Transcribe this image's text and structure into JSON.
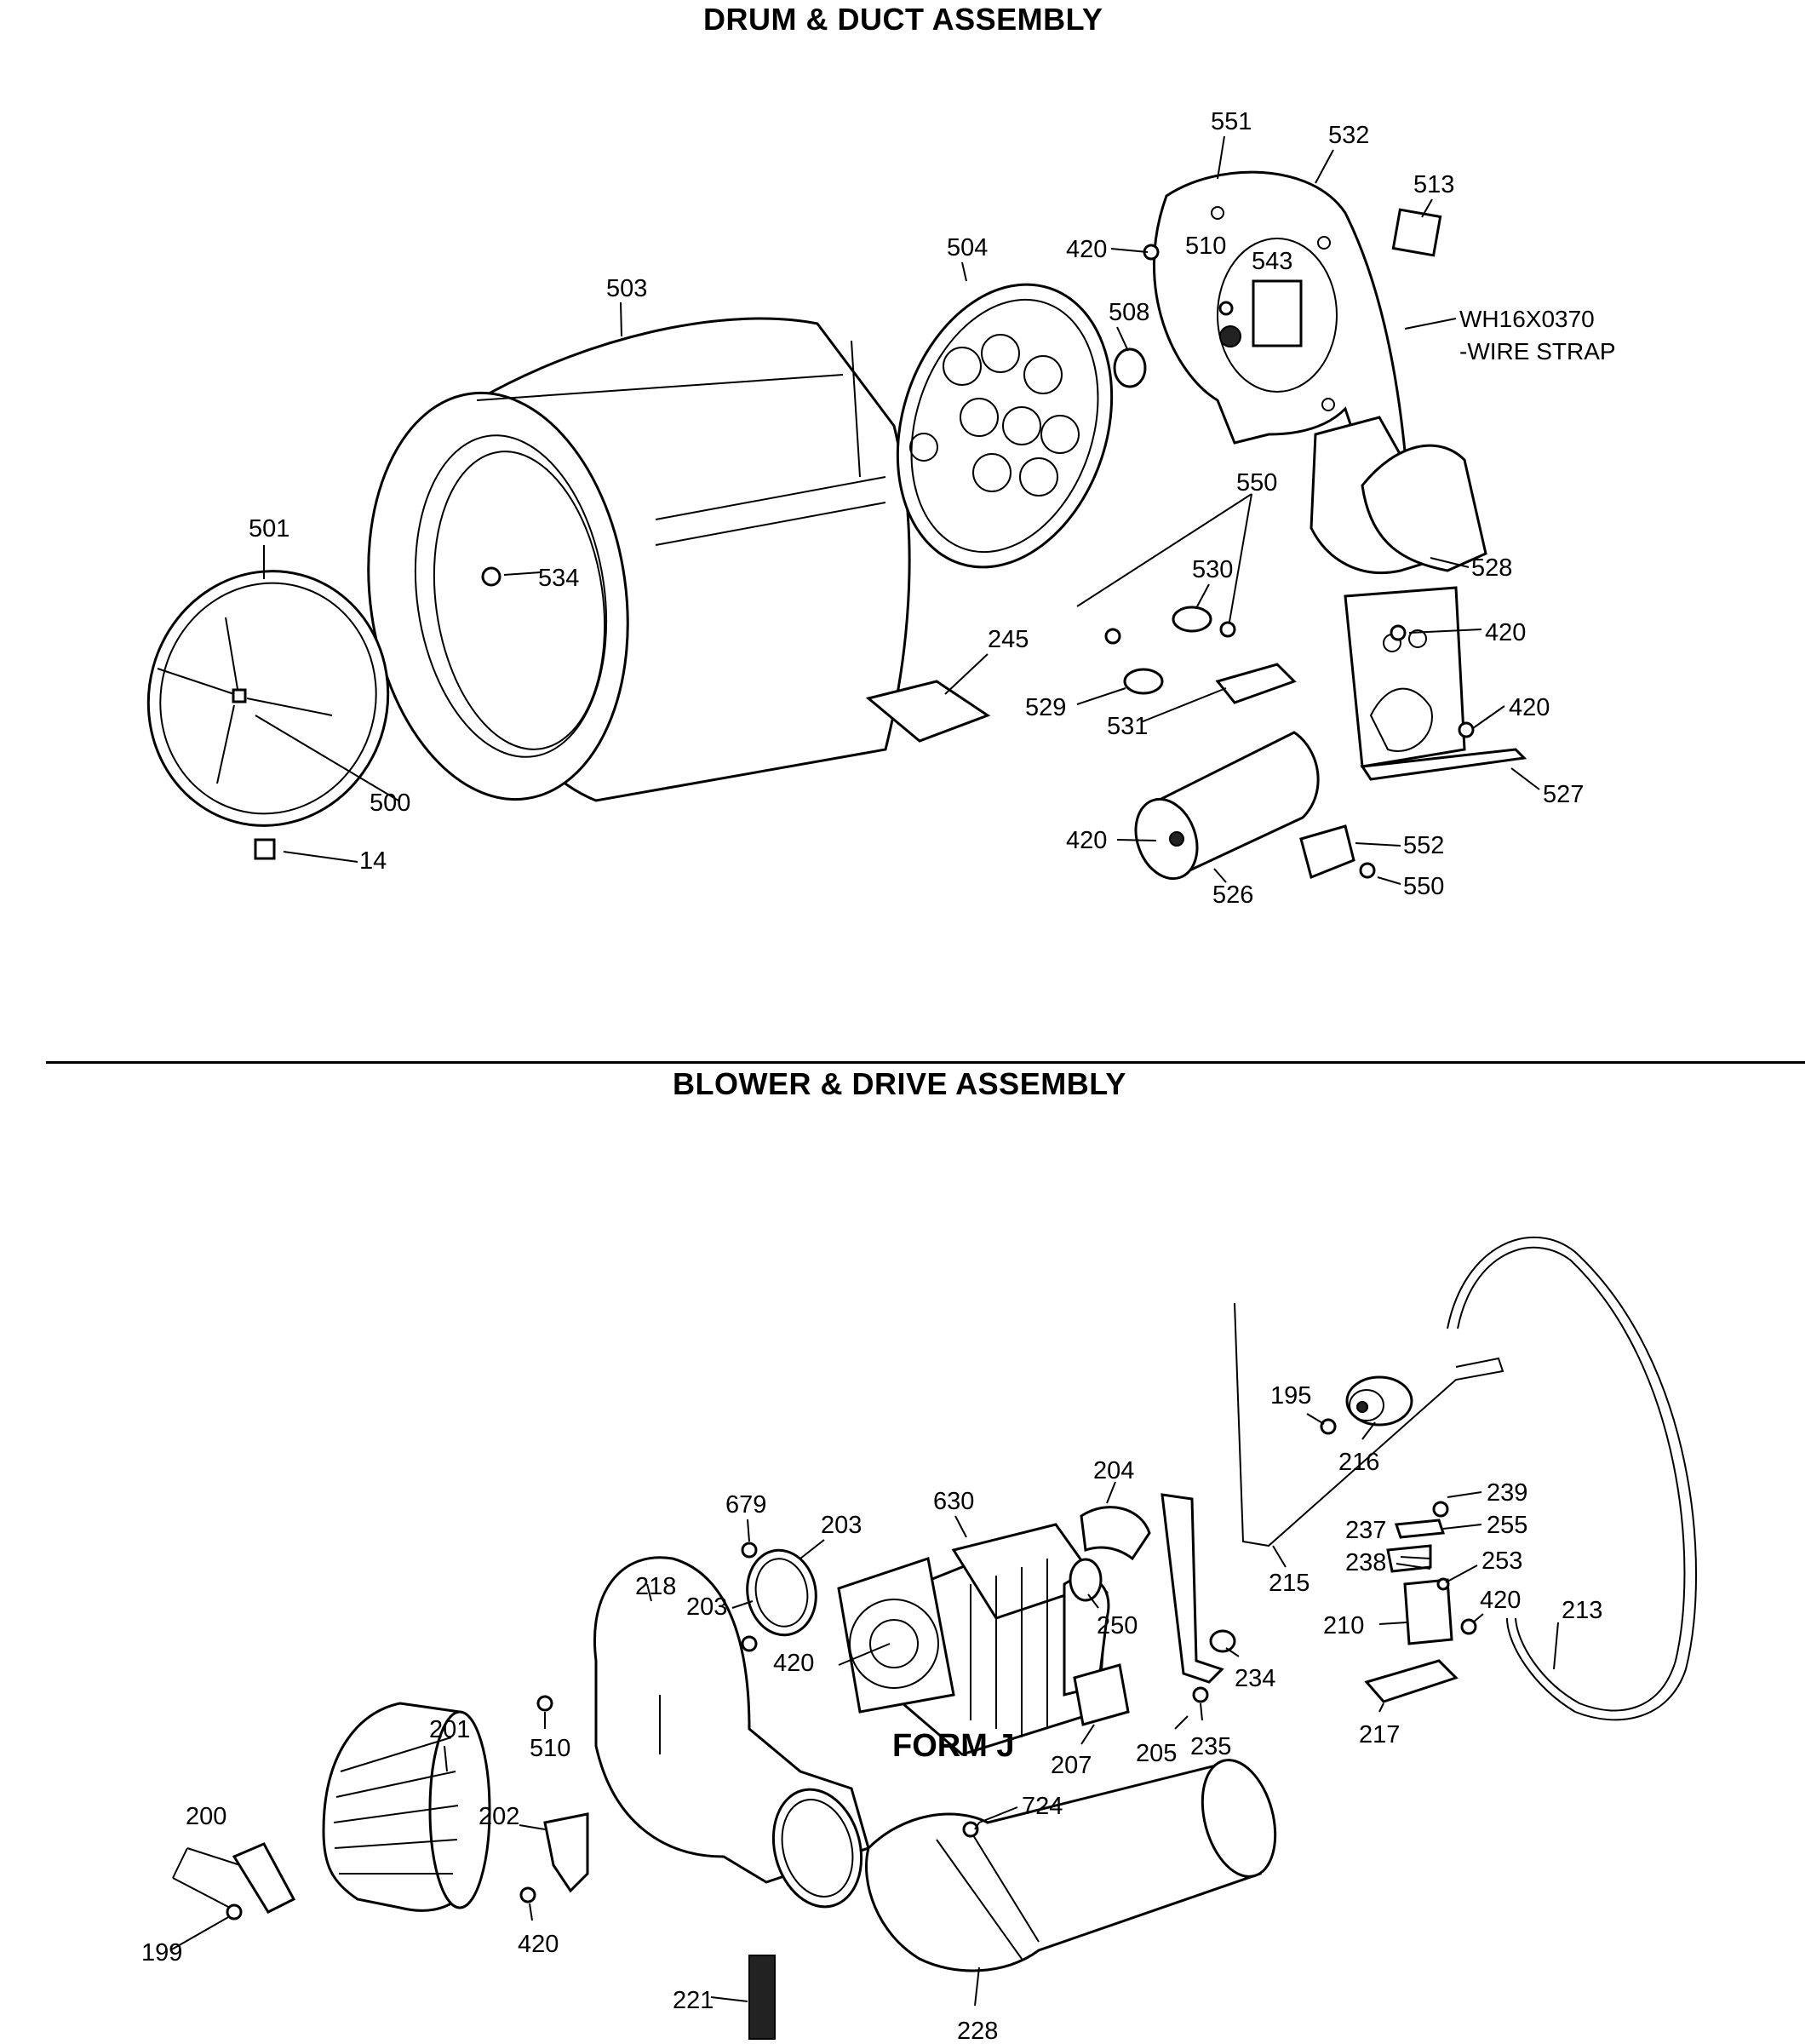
{
  "sections": {
    "top_title": "DRUM & DUCT ASSEMBLY",
    "bottom_title": "BLOWER & DRIVE ASSEMBLY"
  },
  "form_label": "FORM J",
  "drum_callouts": {
    "c551": "551",
    "c532": "532",
    "c513": "513",
    "c420a": "420",
    "c510": "510",
    "c543": "543",
    "c504": "504",
    "c508": "508",
    "c503": "503",
    "wire_strap_part": "WH16X0370",
    "wire_strap_desc": "-WIRE STRAP",
    "c550a": "550",
    "c530": "530",
    "c528": "528",
    "c501": "501",
    "c534": "534",
    "c245": "245",
    "c420b": "420",
    "c420c": "420",
    "c529": "529",
    "c531": "531",
    "c527": "527",
    "c500": "500",
    "c14": "14",
    "c420d": "420",
    "c552": "552",
    "c550b": "550",
    "c526": "526"
  },
  "blower_callouts": {
    "c195": "195",
    "c216": "216",
    "c239": "239",
    "c255": "255",
    "c204": "204",
    "c679": "679",
    "c630": "630",
    "c203a": "203",
    "c203b": "203",
    "c237": "237",
    "c253": "253",
    "c238": "238",
    "c218": "218",
    "c250": "250",
    "c215": "215",
    "c420a": "420",
    "c210": "210",
    "c420b": "420",
    "c213": "213",
    "c234": "234",
    "c201": "201",
    "c510": "510",
    "c207": "207",
    "c205": "205",
    "c235": "235",
    "c217": "217",
    "c200": "200",
    "c202": "202",
    "c724": "724",
    "c199": "199",
    "c420c": "420",
    "c221": "221",
    "c228": "228"
  }
}
